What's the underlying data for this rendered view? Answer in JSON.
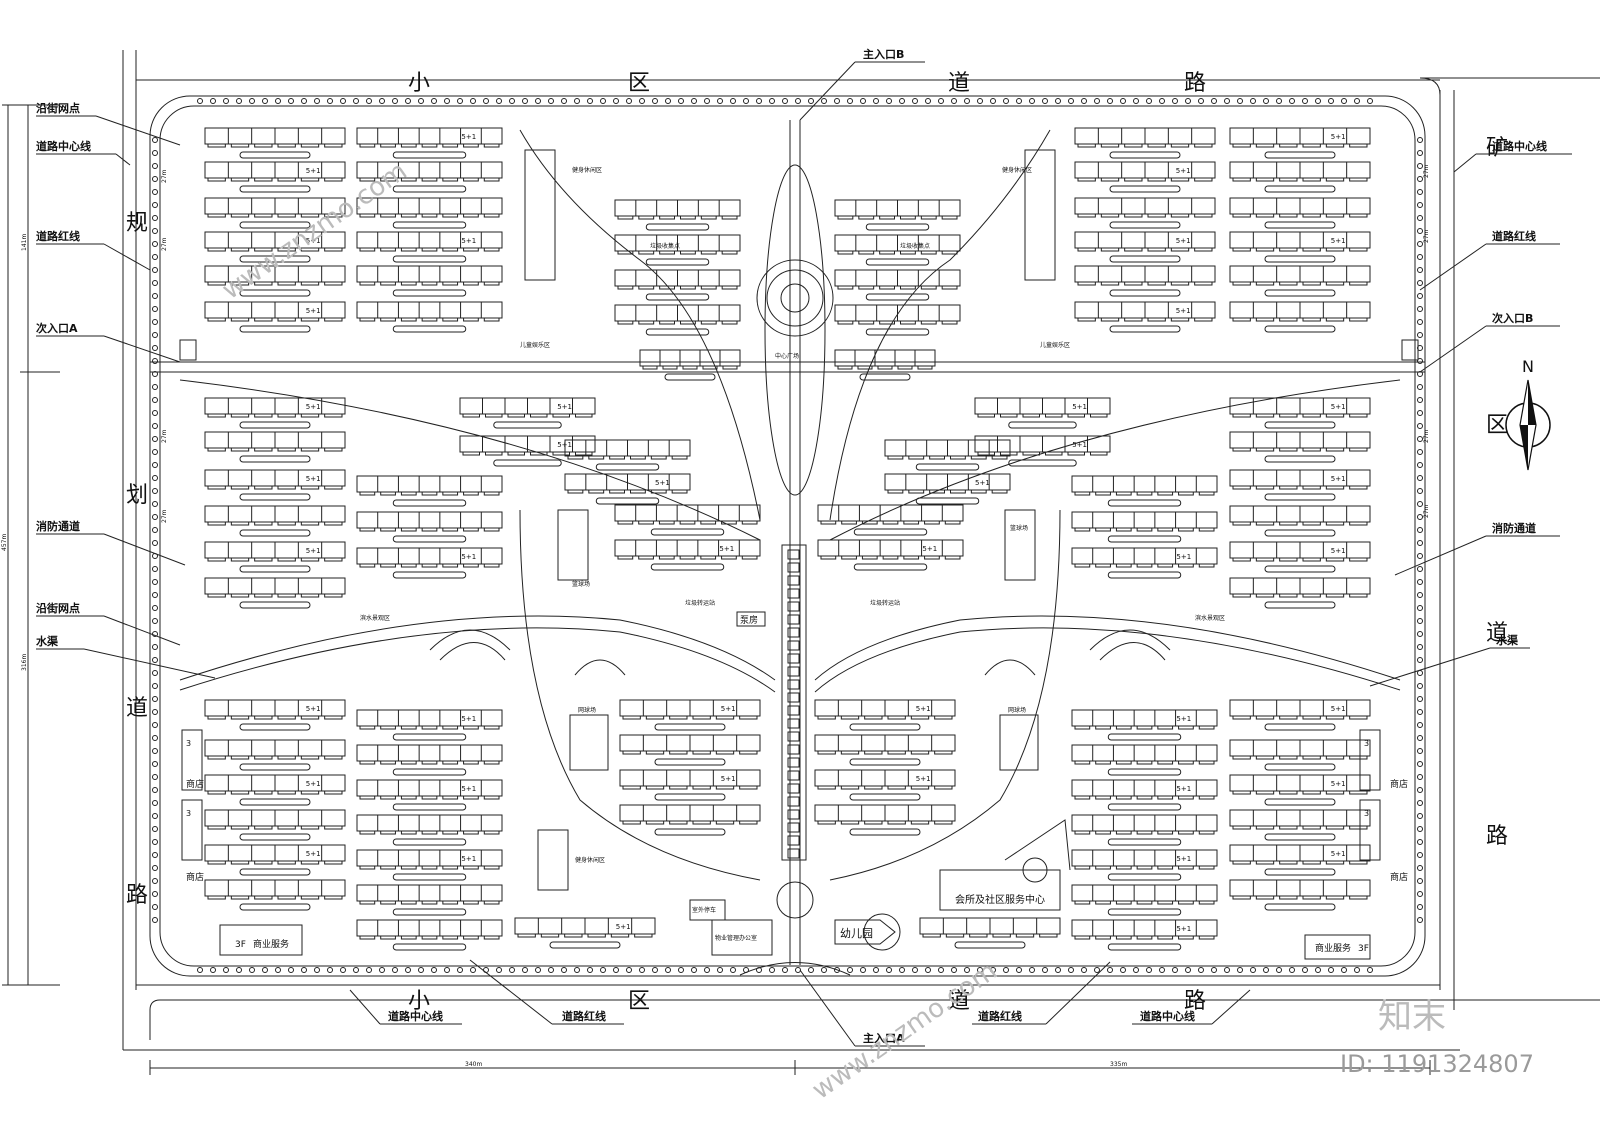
{
  "roads": {
    "top_road": [
      "小",
      "区",
      "道",
      "路"
    ],
    "bottom_road": [
      "小",
      "区",
      "道",
      "路"
    ],
    "left_road": [
      "规",
      "划",
      "道",
      "路"
    ],
    "right_road": [
      "矿",
      "区",
      "道",
      "路"
    ]
  },
  "entrances": {
    "main_a": "主入口A",
    "main_b": "主入口B",
    "secondary_a": "次入口A",
    "secondary_b": "次入口B"
  },
  "left_labels": {
    "street_shops_1": "沿街网点",
    "centerline": "道路中心线",
    "red_line": "道路红线",
    "secondary_entrance": "次入口A",
    "fire_lane": "消防通道",
    "street_shops_2": "沿街网点",
    "canal": "水渠"
  },
  "right_labels": {
    "centerline": "道路中心线",
    "red_line": "道路红线",
    "secondary_entrance": "次入口B",
    "fire_lane": "消防通道",
    "canal": "水渠"
  },
  "bottom_labels": {
    "centerline_left": "道路中心线",
    "red_line_left": "道路红线",
    "red_line_right": "道路红线",
    "centerline_right": "道路中心线"
  },
  "dimensions": {
    "bottom_left": "340m",
    "bottom_right": "335m",
    "left_outer": "457m",
    "left_top": "141m",
    "left_bottom": "316m",
    "row_spacing": "27m"
  },
  "facilities": {
    "clubhouse": "会所及社区服务中心",
    "kindergarten": "幼儿园",
    "commercial_left": "商业服务",
    "commercial_right": "商业服务",
    "commercial_floors": "3F",
    "shop": "商店",
    "pump_room": "泵房",
    "central_plaza": "中心广场",
    "tennis": "网球场",
    "basketball": "篮球场",
    "parking": "室外停车",
    "waterfront": "滨水景观区",
    "kids_area": "儿童娱乐区",
    "fitness": "健身休闲区",
    "garbage": "垃圾收集点",
    "garbage_station": "垃圾转运站",
    "property_office": "物业管理办公室",
    "building_floors": "5+1",
    "shop_floors": "3"
  },
  "compass": {
    "north": "N"
  },
  "watermark": {
    "brand": "知末",
    "id": "ID: 1191324807",
    "site": "www.znzmo.com"
  }
}
